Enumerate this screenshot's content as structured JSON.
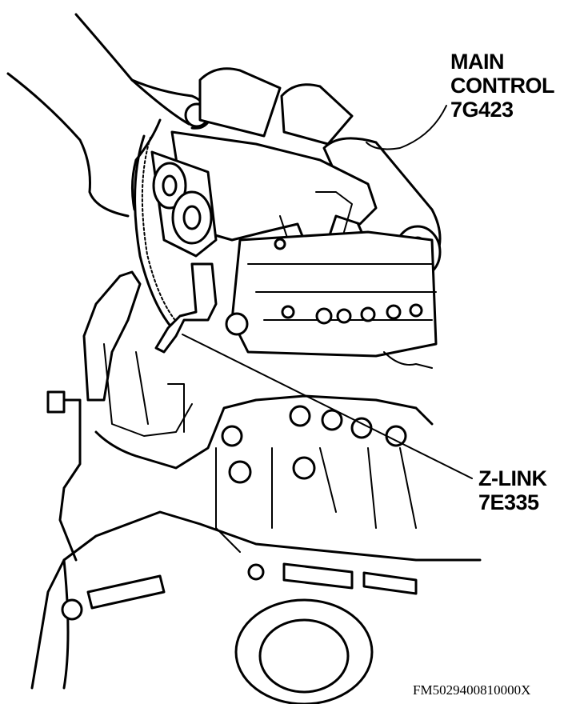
{
  "callouts": {
    "main_control": {
      "line1": "MAIN",
      "line2": "CONTROL",
      "line3": "7G423"
    },
    "z_link": {
      "line1": "Z-LINK",
      "line2": "7E335"
    }
  },
  "reference_code": "FM5029400810000X",
  "colors": {
    "ink": "#000000",
    "paper": "#ffffff"
  }
}
